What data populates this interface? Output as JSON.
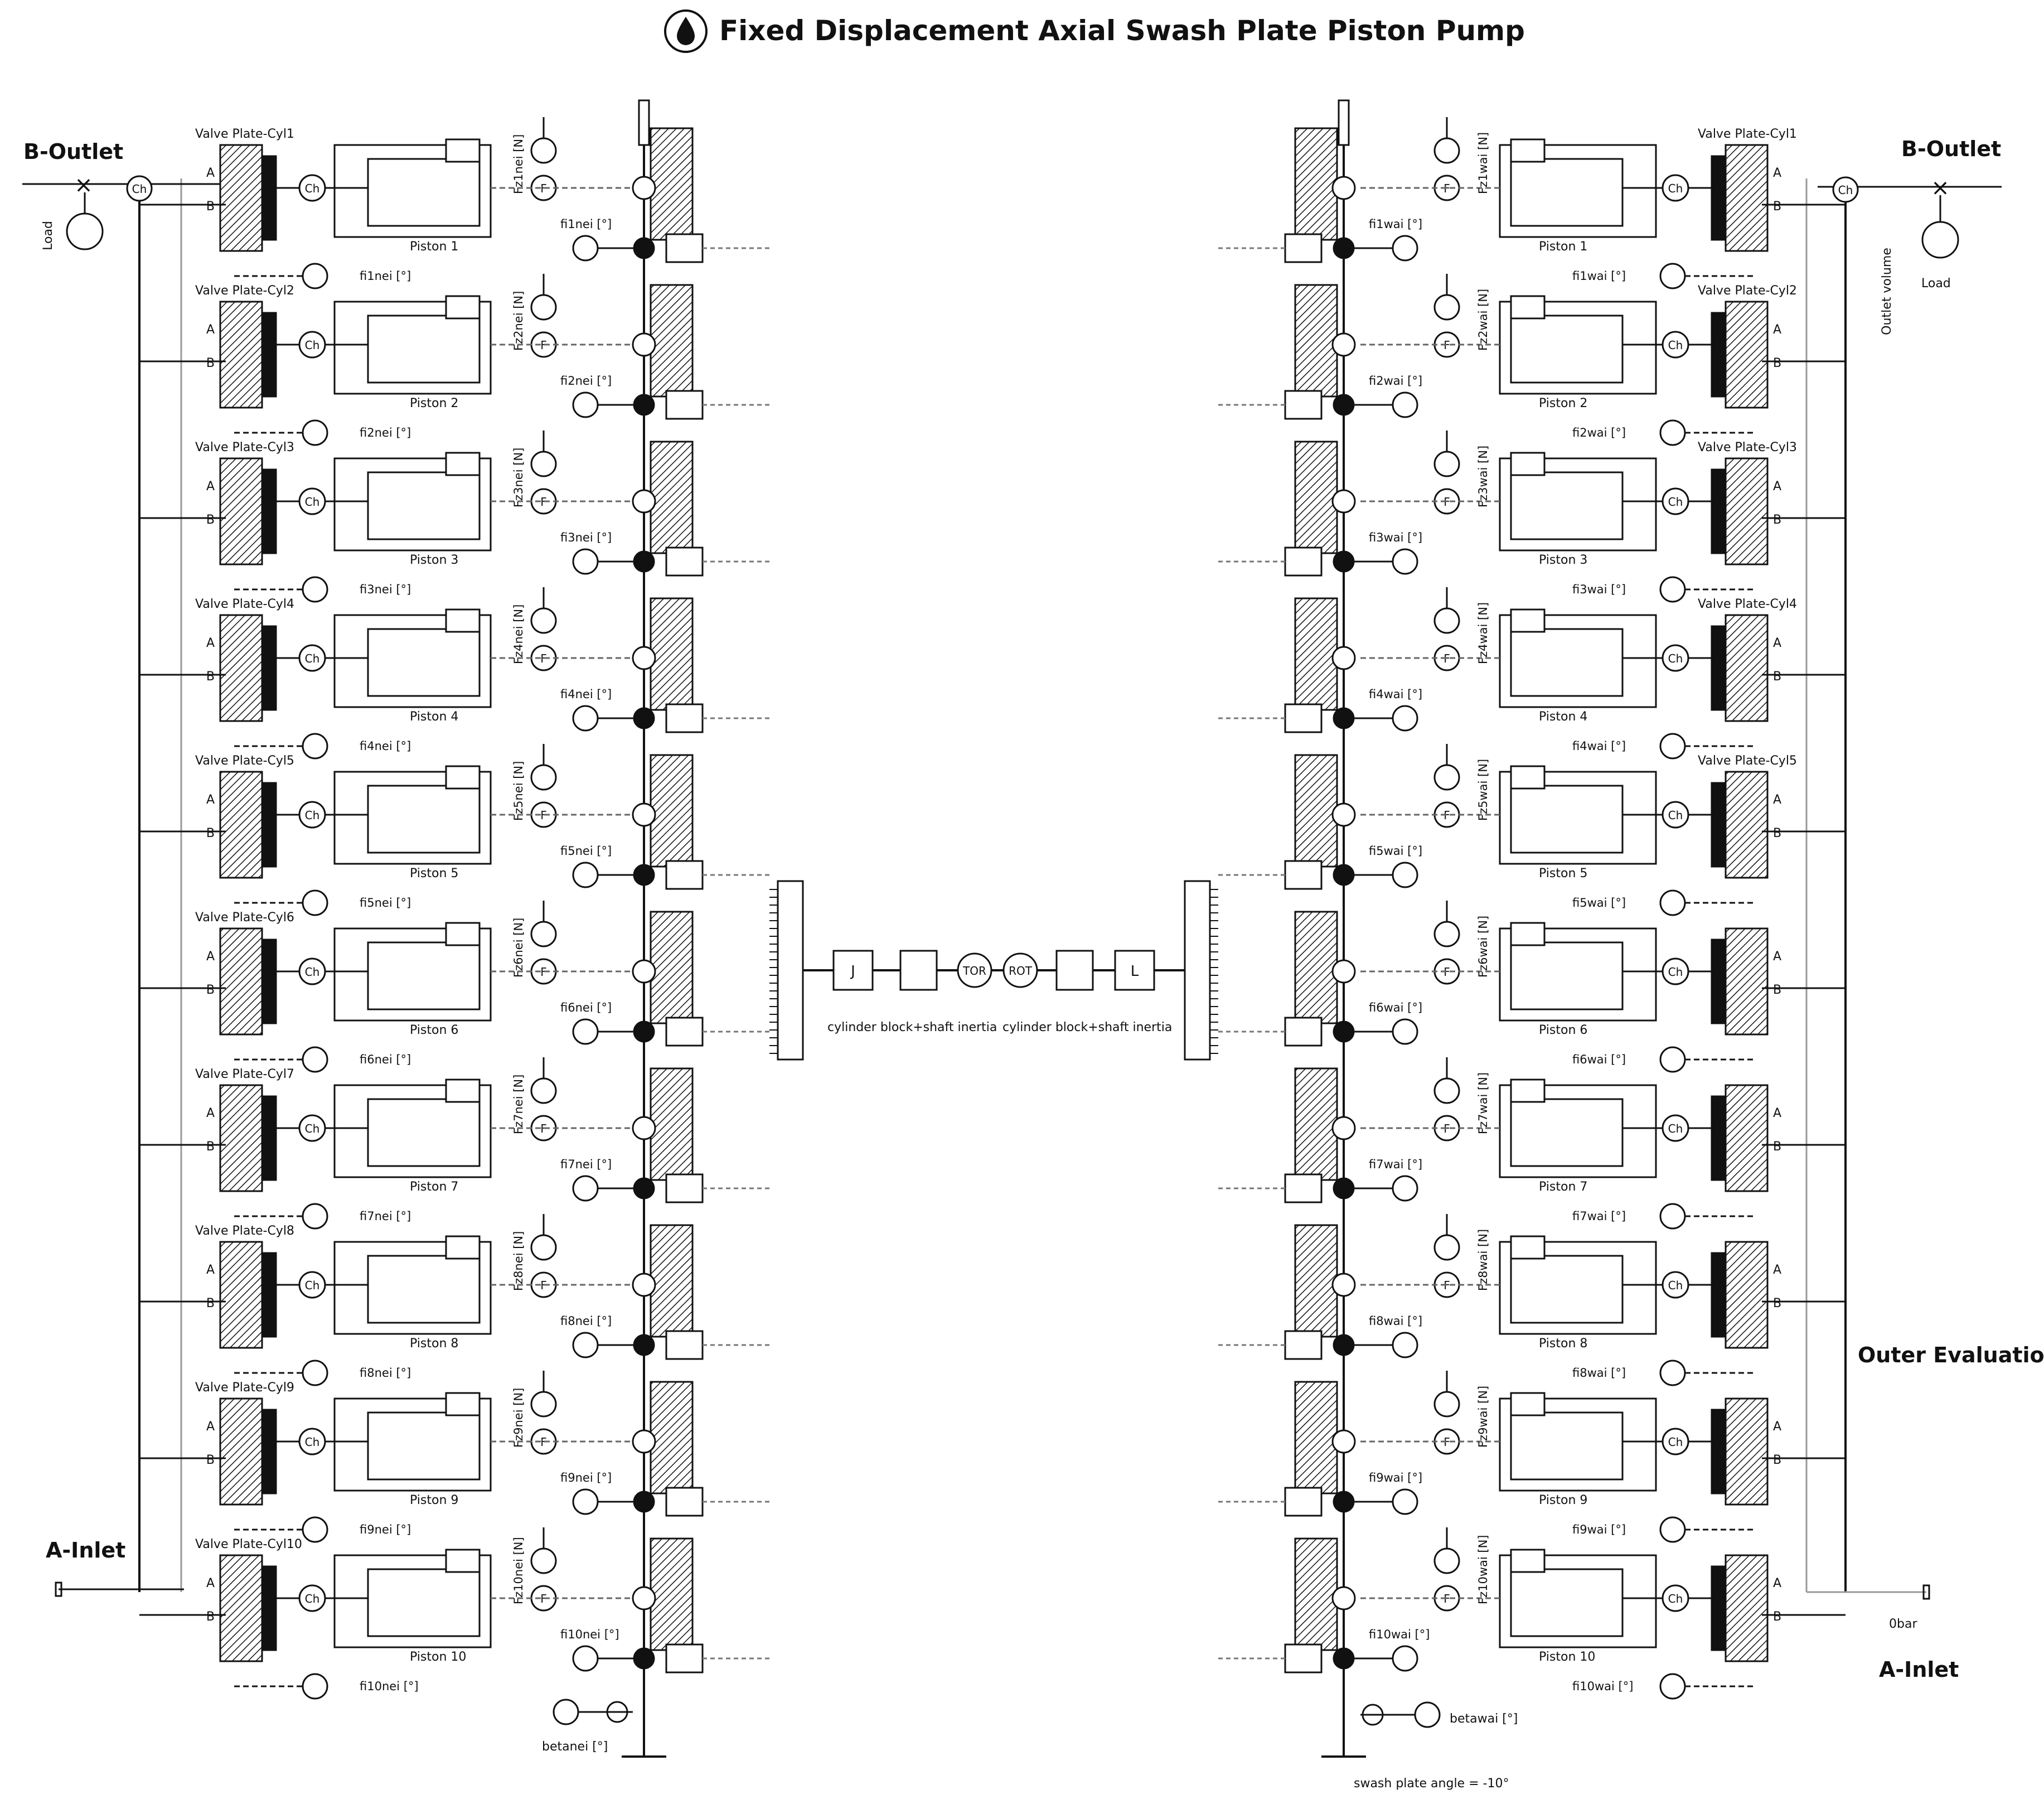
{
  "title": "Fixed Displacement Axial Swash Plate Piston Pump",
  "icons": {
    "title_icon": "water-drop-icon"
  },
  "ports": {
    "b_outlet_left": "B-Outlet",
    "b_outlet_right": "B-Outlet",
    "a_inlet_left": "A-Inlet",
    "a_inlet_right": "A-Inlet"
  },
  "section_labels": {
    "outer_evaluation": "Outer Evaluation"
  },
  "labels": {
    "load_left": "Load",
    "load_right": "Load",
    "outlet_volume": "Outlet volume",
    "zero_bar": "0bar",
    "swash_plate_angle": "swash plate angle = -10°",
    "betanei": "betanei [°]",
    "betawai": "betawai [°]",
    "inertia_left": "cylinder block+shaft inertia",
    "inertia_right": "cylinder block+shaft inertia",
    "tor": "TOR",
    "rot": "ROT",
    "inertia_left_symbol": "J",
    "inertia_right_symbol": "L",
    "ch": "Ch",
    "f": "F",
    "port_a": "A",
    "port_b": "B"
  },
  "left_cylinders": [
    {
      "valve": "Valve Plate-Cyl1",
      "piston": "Piston 1",
      "force": "Fz1nei [N]",
      "fi_top": "fi1nei [°]",
      "fi_bot": "fi1nei [°]"
    },
    {
      "valve": "Valve Plate-Cyl2",
      "piston": "Piston 2",
      "force": "Fz2nei [N]",
      "fi_top": "fi2nei [°]",
      "fi_bot": "fi2nei [°]"
    },
    {
      "valve": "Valve Plate-Cyl3",
      "piston": "Piston 3",
      "force": "Fz3nei [N]",
      "fi_top": "fi3nei [°]",
      "fi_bot": "fi3nei [°]"
    },
    {
      "valve": "Valve Plate-Cyl4",
      "piston": "Piston 4",
      "force": "Fz4nei [N]",
      "fi_top": "fi4nei [°]",
      "fi_bot": "fi4nei [°]"
    },
    {
      "valve": "Valve Plate-Cyl5",
      "piston": "Piston 5",
      "force": "Fz5nei [N]",
      "fi_top": "fi5nei [°]",
      "fi_bot": "fi5nei [°]"
    },
    {
      "valve": "Valve Plate-Cyl6",
      "piston": "Piston 6",
      "force": "Fz6nei [N]",
      "fi_top": "fi6nei [°]",
      "fi_bot": "fi6nei [°]"
    },
    {
      "valve": "Valve Plate-Cyl7",
      "piston": "Piston 7",
      "force": "Fz7nei [N]",
      "fi_top": "fi7nei [°]",
      "fi_bot": "fi7nei [°]"
    },
    {
      "valve": "Valve Plate-Cyl8",
      "piston": "Piston 8",
      "force": "Fz8nei [N]",
      "fi_top": "fi8nei [°]",
      "fi_bot": "fi8nei [°]"
    },
    {
      "valve": "Valve Plate-Cyl9",
      "piston": "Piston 9",
      "force": "Fz9nei [N]",
      "fi_top": "fi9nei [°]",
      "fi_bot": "fi9nei [°]"
    },
    {
      "valve": "Valve Plate-Cyl10",
      "piston": "Piston 10",
      "force": "Fz10nei [N]",
      "fi_top": "fi10nei [°]",
      "fi_bot": "fi10nei [°]"
    }
  ],
  "right_cylinders": [
    {
      "valve": "Valve Plate-Cyl1",
      "piston": "Piston 1",
      "force": "Fz1wai [N]",
      "fi_top": "fi1wai [°]",
      "fi_bot": "fi1wai [°]"
    },
    {
      "valve": "Valve Plate-Cyl2",
      "piston": "Piston 2",
      "force": "Fz2wai [N]",
      "fi_top": "fi2wai [°]",
      "fi_bot": "fi2wai [°]"
    },
    {
      "valve": "Valve Plate-Cyl3",
      "piston": "Piston 3",
      "force": "Fz3wai [N]",
      "fi_top": "fi3wai [°]",
      "fi_bot": "fi3wai [°]"
    },
    {
      "valve": "Valve Plate-Cyl4",
      "piston": "Piston 4",
      "force": "Fz4wai [N]",
      "fi_top": "fi4wai [°]",
      "fi_bot": "fi4wai [°]"
    },
    {
      "valve": "Valve Plate-Cyl5",
      "piston": "Piston 5",
      "force": "Fz5wai [N]",
      "fi_top": "fi5wai [°]",
      "fi_bot": "fi5wai [°]"
    },
    {
      "valve": "",
      "piston": "Piston 6",
      "force": "Fz6wai [N]",
      "fi_top": "fi6wai [°]",
      "fi_bot": "fi6wai [°]"
    },
    {
      "valve": "",
      "piston": "Piston 7",
      "force": "Fz7wai [N]",
      "fi_top": "fi7wai [°]",
      "fi_bot": "fi7wai [°]"
    },
    {
      "valve": "",
      "piston": "Piston 8",
      "force": "Fz8wai [N]",
      "fi_top": "fi8wai [°]",
      "fi_bot": "fi8wai [°]"
    },
    {
      "valve": "",
      "piston": "Piston 9",
      "force": "Fz9wai [N]",
      "fi_top": "fi9wai [°]",
      "fi_bot": "fi9wai [°]"
    },
    {
      "valve": "",
      "piston": "Piston 10",
      "force": "Fz10wai [N]",
      "fi_top": "fi10wai [°]",
      "fi_bot": "fi10wai [°]"
    }
  ]
}
